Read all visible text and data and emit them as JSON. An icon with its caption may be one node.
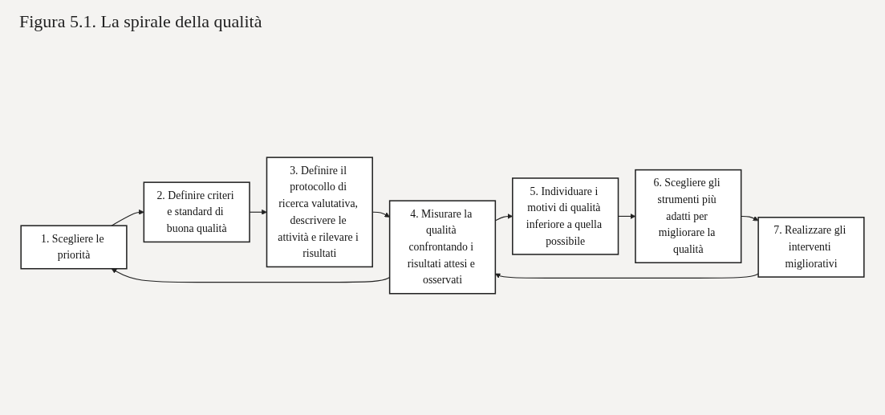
{
  "diagram": {
    "title": "Figura 5.1. La spirale della qualità",
    "nodes": [
      {
        "text": [
          "1. Scegliere le priorità"
        ]
      },
      {
        "text": [
          "2. Definire criteri e standard di buona qualità"
        ]
      },
      {
        "text": [
          "3. Definire il protocollo di ricerca valutativa, descrivere le attività e rilevare i risultati"
        ]
      },
      {
        "text": [
          "4. Misurare la qualità confrontando i risultati attesi e osservati"
        ]
      },
      {
        "text": [
          "5. Individuare i motivi di qualità inferiore a quella possibile"
        ]
      },
      {
        "text": [
          "6. Scegliere gli strumenti più adatti per migliorare la qualità"
        ]
      },
      {
        "text": [
          "7. Realizzare gli interventi migliorativi"
        ]
      }
    ],
    "edges": [
      {
        "from": 0,
        "to": 1,
        "arrow": "to"
      },
      {
        "from": 1,
        "to": 2,
        "arrow": "to"
      },
      {
        "from": 2,
        "to": 3,
        "arrow": "to"
      },
      {
        "from": 3,
        "to": 0,
        "arrow": "to"
      },
      {
        "from": 3,
        "to": 4,
        "arrow": "to"
      },
      {
        "from": 4,
        "to": 5,
        "arrow": "to"
      },
      {
        "from": 5,
        "to": 6,
        "arrow": "to"
      },
      {
        "from": 6,
        "to": 3,
        "arrow": "to"
      }
    ]
  }
}
